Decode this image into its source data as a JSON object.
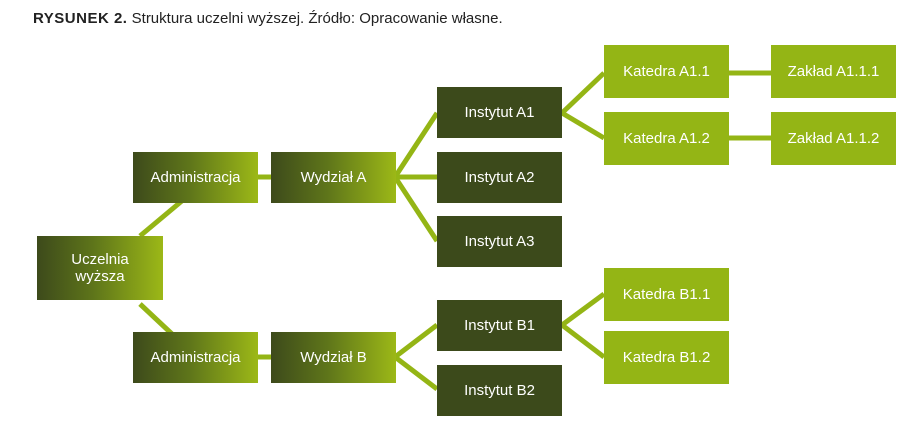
{
  "caption": {
    "label": "RYSUNEK 2.",
    "text": "Struktura uczelni wyższej. Źródło: Opracowanie własne."
  },
  "colors": {
    "line": "#94b515",
    "dark": "#3c4a1b",
    "light": "#94b515"
  },
  "nodes": {
    "root": {
      "label": "Uczelnia wyższa"
    },
    "admin_a": {
      "label": "Administracja"
    },
    "admin_b": {
      "label": "Administracja"
    },
    "wydzial_a": {
      "label": "Wydział A"
    },
    "wydzial_b": {
      "label": "Wydział B"
    },
    "instytut_a1": {
      "label": "Instytut A1"
    },
    "instytut_a2": {
      "label": "Instytut A2"
    },
    "instytut_a3": {
      "label": "Instytut A3"
    },
    "instytut_b1": {
      "label": "Instytut B1"
    },
    "instytut_b2": {
      "label": "Instytut B2"
    },
    "katedra_a11": {
      "label": "Katedra A1.1"
    },
    "katedra_a12": {
      "label": "Katedra A1.2"
    },
    "katedra_b11": {
      "label": "Katedra B1.1"
    },
    "katedra_b12": {
      "label": "Katedra B1.2"
    },
    "zaklad_a111": {
      "label": "Zakład A1.1.1"
    },
    "zaklad_a112": {
      "label": "Zakład A1.1.2"
    }
  }
}
